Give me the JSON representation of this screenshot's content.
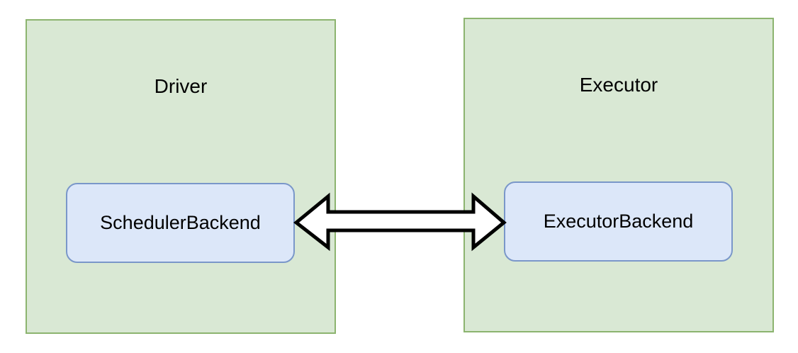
{
  "diagram": {
    "driver": {
      "title": "Driver",
      "component": "SchedulerBackend"
    },
    "executor": {
      "title": "Executor",
      "component": "ExecutorBackend"
    },
    "connection": {
      "type": "bidirectional-arrow"
    }
  },
  "colors": {
    "container_fill": "#d9e8d4",
    "container_border": "#8cb46f",
    "component_fill": "#dce7f9",
    "component_border": "#7a97c9",
    "arrow_stroke": "#000000",
    "arrow_fill": "#ffffff"
  }
}
